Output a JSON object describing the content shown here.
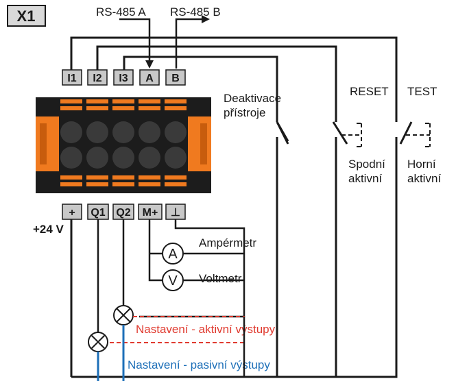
{
  "connector_id": "X1",
  "rs485": {
    "a_label": "RS-485 A",
    "b_label": "RS-485 B"
  },
  "top_terminals": [
    "I1",
    "I2",
    "I3",
    "A",
    "B"
  ],
  "bottom_terminals": [
    "+",
    "Q1",
    "Q2",
    "M+",
    "⊥"
  ],
  "supply_label": "+24 V",
  "switch_deactivate": {
    "line1": "Deaktivace",
    "line2": "přístroje"
  },
  "switch_reset": {
    "title": "RESET",
    "line1": "Spodní",
    "line2": "aktivní"
  },
  "switch_test": {
    "title": "TEST",
    "line1": "Horní",
    "line2": "aktivní"
  },
  "meters": [
    {
      "symbol": "A",
      "label": "Ampérmetr"
    },
    {
      "symbol": "V",
      "label": "Voltmetr"
    }
  ],
  "outputs_active_label": "Nastavení - aktivní výstupy",
  "outputs_passive_label": "Nastavení - pasivní výstupy",
  "colors": {
    "active": "#e03a2f",
    "passive": "#1d6fb8",
    "connector_body": "#f07a1f"
  }
}
